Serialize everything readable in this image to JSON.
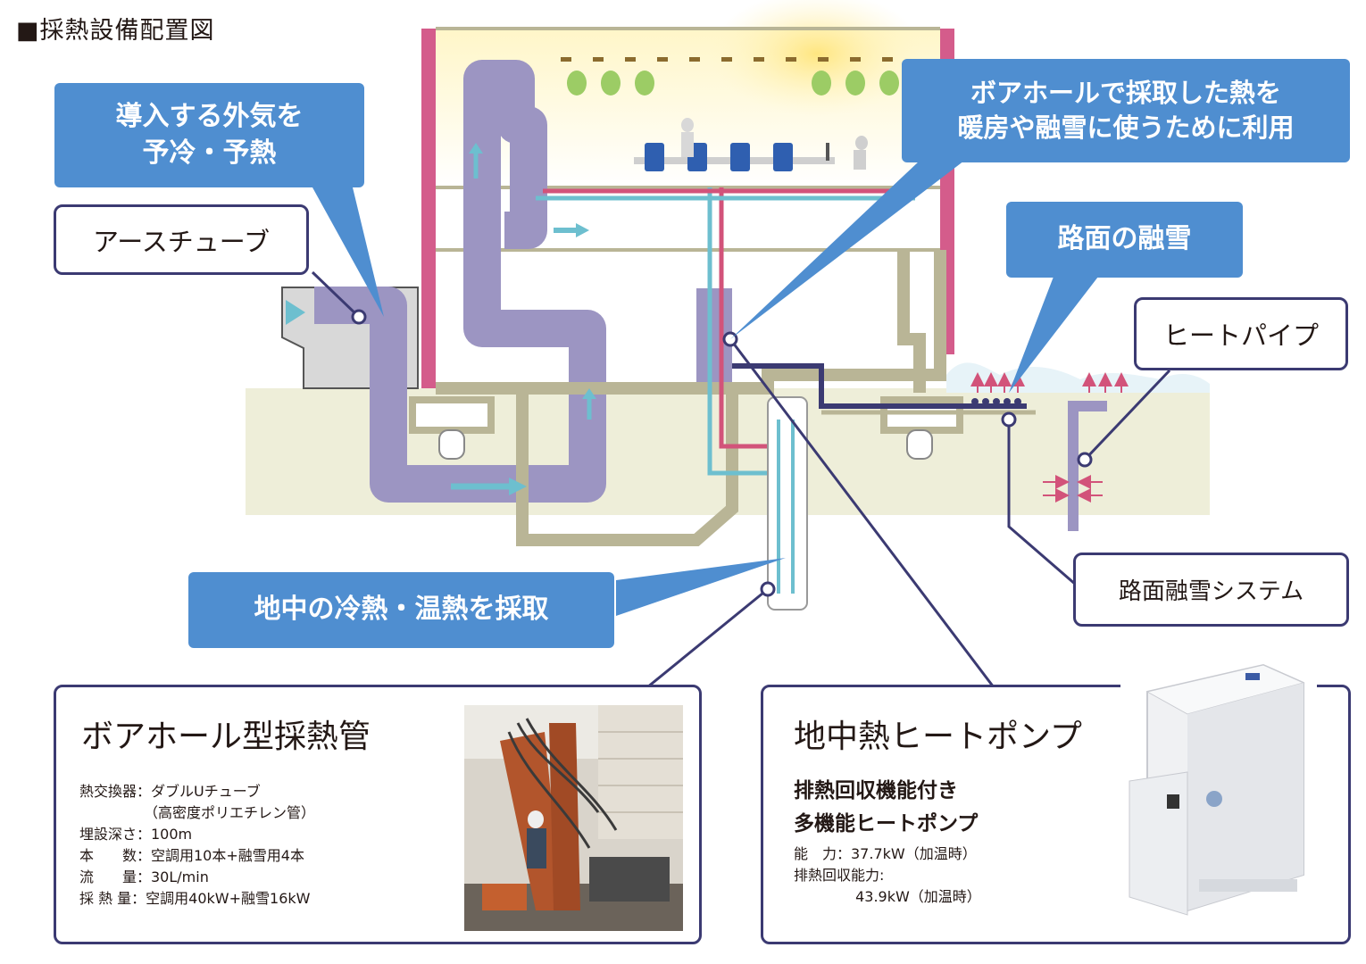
{
  "title": "■採熱設備配置図",
  "callouts": {
    "intake": "導入する外気を\n予冷・予熱",
    "borehole_use": "ボアホールで採取した熱を\n暖房や融雪に使うために利用",
    "road_snow": "路面の融雪",
    "ground_collect": "地中の冷熱・温熱を採取"
  },
  "labels": {
    "earth_tube": "アースチューブ",
    "heat_pipe": "ヒートパイプ",
    "snow_system": "路面融雪システム"
  },
  "borehole": {
    "heading": "ボアホール型採熱管",
    "specs": [
      "熱交換器：ダブルUチューブ",
      "　　　　　（高密度ポリエチレン管）",
      "埋設深さ：100m",
      "本　　数：空調用10本+融雪用4本",
      "流　　量：30L/min",
      "採 熱 量：空調用40kW+融雪16kW"
    ]
  },
  "heatpump": {
    "heading": "地中熱ヒートポンプ",
    "sub1": "排熱回収機能付き",
    "sub2": "多機能ヒートポンプ",
    "specs": [
      "能　力：37.7kW（加温時）",
      "排熱回収能力:",
      "　　　　 43.9kW（加温時）"
    ]
  },
  "colors": {
    "callout": "#4f8ed0",
    "border": "#3b3a72",
    "earth_tube": "#9c95c2",
    "ground": "#eeeed9",
    "foundation": "#b9b596",
    "wall": "#d45c8b",
    "cold_pipe": "#6dbfcf",
    "warm_pipe": "#d2537a"
  }
}
